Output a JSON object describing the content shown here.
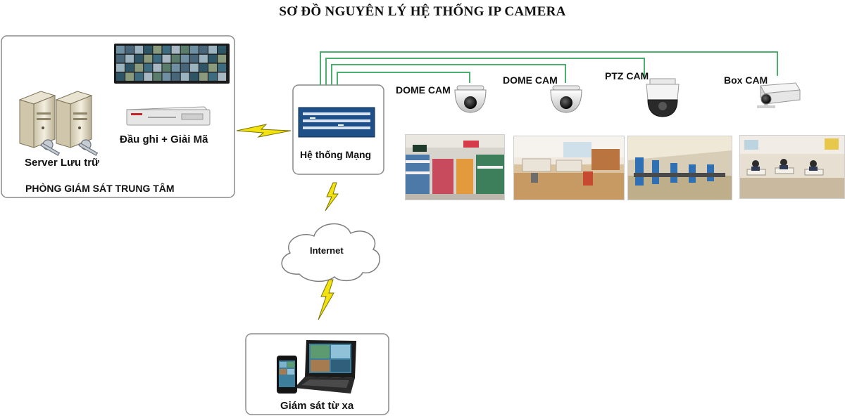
{
  "title": "SƠ ĐỒ NGUYÊN LÝ HỆ THỐNG IP CAMERA",
  "central_room": {
    "label": "PHÒNG GIÁM SÁT TRUNG TÂM",
    "server_label": "Server Lưu trữ",
    "nvr_label": "Đầu ghi + Giải Mã"
  },
  "network": {
    "label": "Hệ thống Mạng"
  },
  "internet": {
    "label": "Internet"
  },
  "remote": {
    "label": "Giám sát từ xa"
  },
  "cameras": [
    {
      "label": "DOME CAM",
      "type": "dome"
    },
    {
      "label": "DOME CAM",
      "type": "dome"
    },
    {
      "label": "PTZ CAM",
      "type": "ptz"
    },
    {
      "label": "Box CAM",
      "type": "box"
    }
  ],
  "scenes": [
    "supermarket",
    "office",
    "factory",
    "classroom"
  ],
  "colors": {
    "cable": "#4caf6e",
    "lightning": "#f2e20f",
    "switch": "#1e4f86",
    "box_border": "#8a8a8a"
  }
}
